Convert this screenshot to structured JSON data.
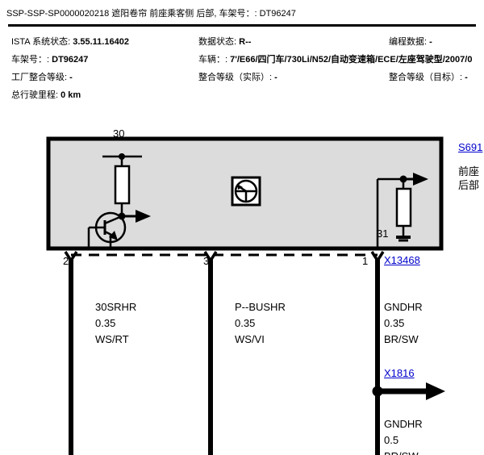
{
  "document": {
    "title": "SSP-SSP-SP0000020218 遮阳卷帘 前座乘客侧 后部, 车架号：: DT96247"
  },
  "info": {
    "rows": [
      [
        {
          "label": "ISTA 系统状态: ",
          "value": "3.55.11.16402"
        },
        {
          "label": "数据状态: ",
          "value": "R--"
        },
        {
          "label": "编程数据: ",
          "value": "-"
        }
      ],
      [
        {
          "label": "车架号：: ",
          "value": "DT96247"
        },
        {
          "label": "车辆：: ",
          "value": "7'/E66/四门车/730Li/N52/自动变速箱/ECE/左座驾驶型/2007/0"
        },
        {
          "label": "",
          "value": ""
        }
      ],
      [
        {
          "label": "工厂整合等级: ",
          "value": "-"
        },
        {
          "label": "整合等级（实际）: ",
          "value": "-"
        },
        {
          "label": "整合等级（目标）: ",
          "value": "-"
        }
      ],
      [
        {
          "label": "总行驶里程: ",
          "value": "0 km"
        },
        {
          "label": "",
          "value": ""
        },
        {
          "label": "",
          "value": ""
        }
      ]
    ]
  },
  "diagram": {
    "component": {
      "ref": "S691",
      "desc_line1": "前座",
      "desc_line2": "后部",
      "terminal_top": "30",
      "terminal_ground": "31"
    },
    "connector": {
      "name": "X13468",
      "pins": [
        "2",
        "3",
        "1"
      ]
    },
    "splice": {
      "name": "X1816"
    },
    "wires": [
      {
        "pin": "2",
        "name": "30SRHR",
        "size": "0.35",
        "color": "WS/RT"
      },
      {
        "pin": "3",
        "name": "P--BUSHR",
        "size": "0.35",
        "color": "WS/VI"
      },
      {
        "pin": "1",
        "name": "GNDHR",
        "size": "0.35",
        "color": "BR/SW"
      }
    ],
    "wire_after_splice": {
      "name": "GNDHR",
      "size": "0.5",
      "color": "BR/SW"
    },
    "colors": {
      "box_fill": "#dcdcdc",
      "line": "#000000",
      "link": "#0000cc"
    }
  }
}
